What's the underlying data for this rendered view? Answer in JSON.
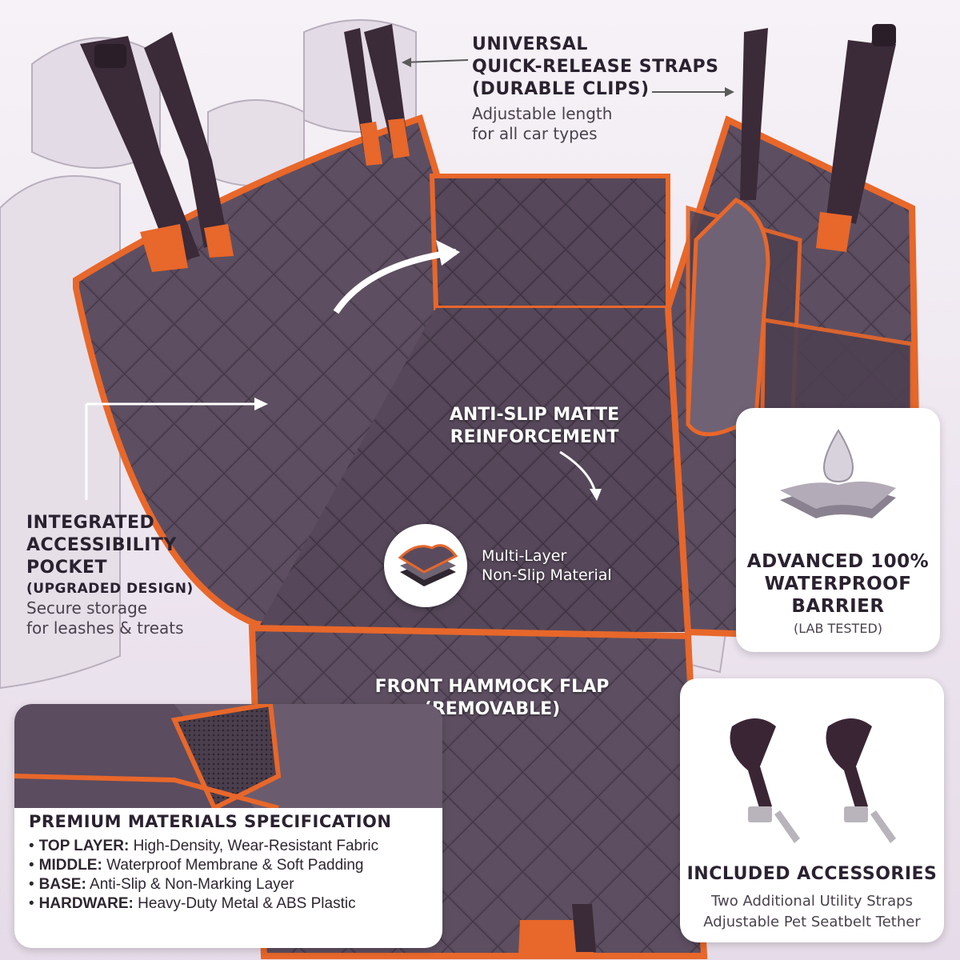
{
  "callouts": {
    "straps": {
      "line1": "UNIVERSAL",
      "line2": "QUICK-RELEASE STRAPS",
      "line3": "(DURABLE CLIPS)",
      "desc1": "Adjustable length",
      "desc2": "for all car types"
    },
    "pocket": {
      "line1": "INTEGRATED",
      "line2": "ACCESSIBILITY",
      "line3": "POCKET",
      "line4": "(UPGRADED DESIGN)",
      "desc1": "Secure storage",
      "desc2": "for leashes & treats"
    },
    "anti_slip": {
      "line1": "ANTI-SLIP MATTE",
      "line2": "REINFORCEMENT"
    },
    "multi_layer": {
      "line1": "Multi-Layer",
      "line2": "Non-Slip Material"
    },
    "hammock": {
      "line1": "FRONT HAMMOCK FLAP",
      "line2": "(REMOVABLE)"
    },
    "waterproof": {
      "line1": "ADVANCED 100%",
      "line2": "WATERPROOF",
      "line3": "BARRIER",
      "line4": "(LAB TESTED)"
    },
    "accessories": {
      "title": "INCLUDED ACCESSORIES",
      "line1": "Two Additional Utility Straps",
      "line2": "Adjustable Pet Seatbelt Tether"
    }
  },
  "specs": {
    "title": "PREMIUM MATERIALS SPECIFICATION",
    "items": [
      {
        "label": "TOP LAYER:",
        "value": "High-Density, Wear-Resistant Fabric"
      },
      {
        "label": "MIDDLE:",
        "value": "Waterproof Membrane & Soft Padding"
      },
      {
        "label": "BASE:",
        "value": "Anti-Slip & Non-Marking Layer"
      },
      {
        "label": "HARDWARE:",
        "value": "Heavy-Duty Metal & ABS Plastic"
      }
    ],
    "bullet": "•"
  },
  "colors": {
    "fabric": "#5a4a5e",
    "fabric_dark": "#463848",
    "trim": "#e8672a",
    "seat": "#e4dde6",
    "strap": "#3b2a38"
  },
  "icons": [
    "water-drop-icon",
    "layers-icon",
    "seatbelt-tether-icon",
    "arrow-icon"
  ]
}
